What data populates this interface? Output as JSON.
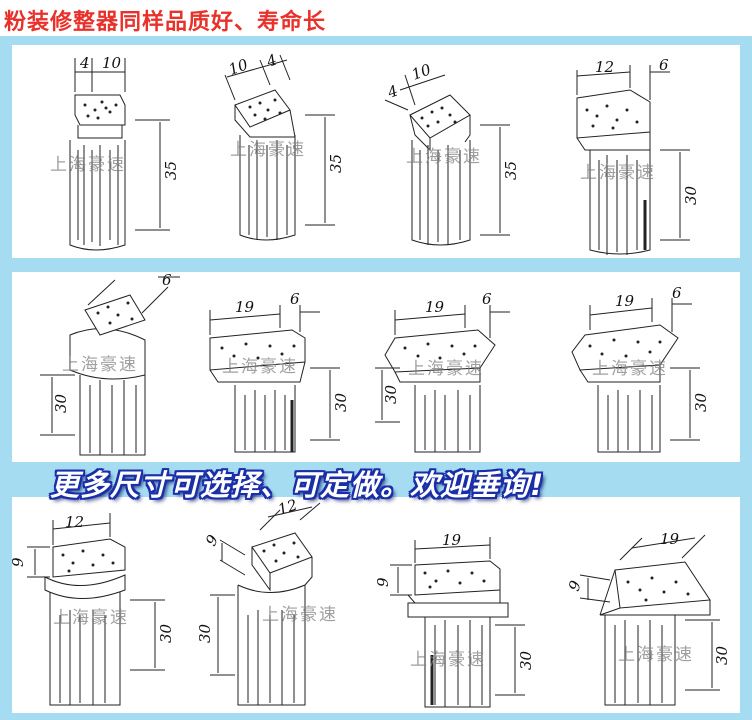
{
  "header": {
    "title": "粉装修整器同样品质好、寿命长"
  },
  "banner": {
    "text": "更多尺寸可选择、可定做。欢迎垂询!"
  },
  "watermark": "上海豪速",
  "colors": {
    "title": "#e8312a",
    "frame": "#a6dcf2",
    "banner_outline": "#1a2ea8"
  },
  "rows": [
    {
      "items": [
        {
          "dims": [
            "4",
            "10",
            "35"
          ]
        },
        {
          "dims": [
            "10",
            "4",
            "35"
          ]
        },
        {
          "dims": [
            "4",
            "10",
            "35"
          ]
        },
        {
          "dims": [
            "12",
            "6",
            "30"
          ]
        }
      ]
    },
    {
      "items": [
        {
          "dims": [
            "6",
            "30"
          ]
        },
        {
          "dims": [
            "19",
            "6",
            "30"
          ]
        },
        {
          "dims": [
            "19",
            "6",
            "30"
          ]
        },
        {
          "dims": [
            "19",
            "6",
            "30"
          ]
        }
      ]
    },
    {
      "items": [
        {
          "dims": [
            "12",
            "9",
            "30"
          ]
        },
        {
          "dims": [
            "12",
            "9",
            "30"
          ]
        },
        {
          "dims": [
            "19",
            "9",
            "30"
          ]
        },
        {
          "dims": [
            "19",
            "9",
            "30"
          ]
        }
      ]
    }
  ]
}
